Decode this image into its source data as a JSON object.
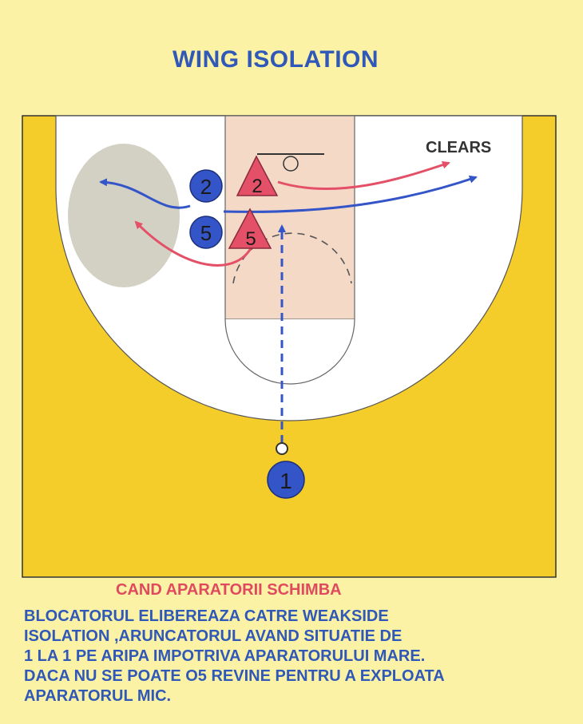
{
  "title": "WING ISOLATION",
  "diagram": {
    "annotation_clears": "CLEARS",
    "offense": [
      {
        "label": "2"
      },
      {
        "label": "5"
      },
      {
        "label": "1"
      }
    ],
    "defense": [
      {
        "label": "2"
      },
      {
        "label": "5"
      }
    ],
    "colors": {
      "court_yellow": "#f5cd2a",
      "key_fill": "#f4d9c7",
      "court_white": "#ffffff",
      "isolation_zone": "#d3d0c4",
      "offense_blue": "#3455c8",
      "defense_red": "#e35068",
      "text_blue": "#2f58b8",
      "text_red": "#e04a5e"
    }
  },
  "caption": {
    "subtitle": "CAND APARATORII SCHIMBA",
    "lines": [
      "BLOCATORUL ELIBEREAZA CATRE WEAKSIDE",
      "ISOLATION ,ARUNCATORUL AVAND SITUATIE DE",
      "1 LA 1 PE ARIPA IMPOTRIVA APARATORULUI MARE.",
      "DACA NU SE POATE O5 REVINE PENTRU A EXPLOATA",
      "APARATORUL MIC."
    ]
  }
}
